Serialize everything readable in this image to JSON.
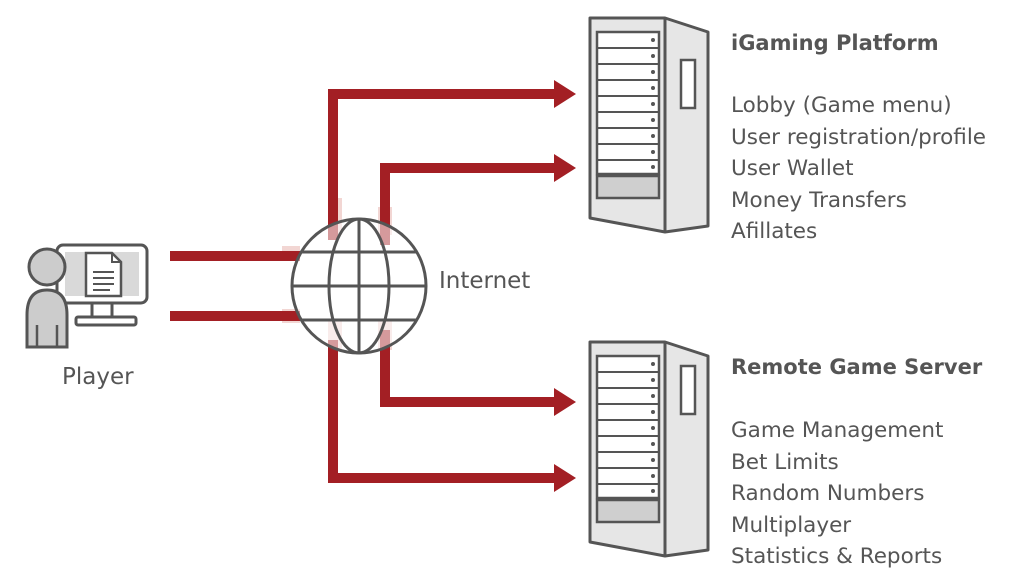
{
  "colors": {
    "arrow": "#a31f24",
    "arrow_halo": "#f2d6d3",
    "outline": "#555555",
    "server_fill": "#e6e6e6",
    "player_fill": "#c9c9c9",
    "text": "#555555"
  },
  "player": {
    "label": "Player",
    "icon": "player-at-computer-icon"
  },
  "internet": {
    "label": "Internet",
    "icon": "globe-icon"
  },
  "platform": {
    "title": "iGaming Platform",
    "icon": "server-rack-icon",
    "items": [
      "Lobby (Game menu)",
      "User registration/profile",
      "User Wallet",
      "Money Transfers",
      "Afillates"
    ]
  },
  "game_server": {
    "title": "Remote Game Server",
    "icon": "server-rack-icon",
    "items": [
      "Game Management",
      "Bet Limits",
      "Random Numbers",
      "Multiplayer",
      "Statistics & Reports"
    ]
  }
}
